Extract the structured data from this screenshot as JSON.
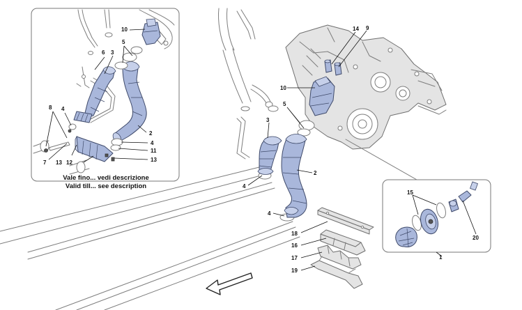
{
  "inset_left": {
    "caption_line1": "Vale fino... vedi descrizione",
    "caption_line2": "Valid till... see description",
    "labels": [
      "10",
      "6",
      "5",
      "3",
      "8",
      "4",
      "2",
      "4",
      "11",
      "7",
      "13",
      "12",
      "13"
    ]
  },
  "main_labels": [
    "14",
    "9",
    "10",
    "5",
    "3",
    "2",
    "4",
    "4",
    "18",
    "16",
    "17",
    "19"
  ],
  "inset_right": {
    "labels": [
      "15",
      "20",
      "1"
    ]
  },
  "colors": {
    "part_fill": "#a9b7db",
    "part_stroke": "#3f4a6a",
    "line_art": "#7d7d7d"
  },
  "icons": [
    "direction-arrow-icon"
  ]
}
